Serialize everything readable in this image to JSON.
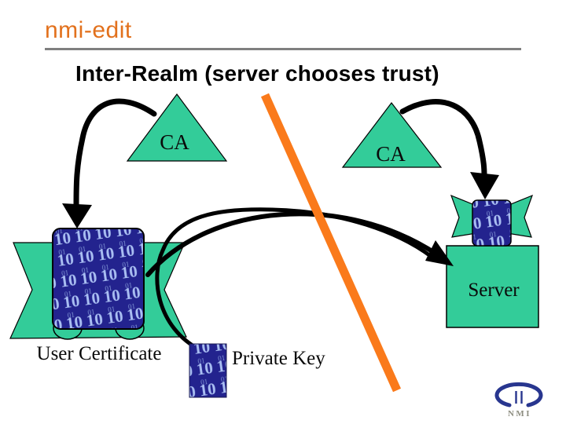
{
  "header": {
    "brand": "nmi-edit",
    "title": "Inter-Realm (server chooses trust)"
  },
  "diagram": {
    "ca_left_label": "CA",
    "ca_right_label": "CA",
    "server_label": "Server",
    "user_certificate_label": "User Certificate",
    "private_key_label": "Private Key",
    "binary_texture_digits": "10",
    "binary_texture_digits_small": "01"
  },
  "footer": {
    "nmi_logo_text": "NMI"
  },
  "colors": {
    "brand_orange": "#e2711d",
    "divider_orange": "#fa7a1b",
    "shape_green": "#33cc99",
    "arrow_black": "#000000",
    "texture_background_blue": "#23238e",
    "texture_digit_blue": "#a9bef2",
    "nmi_logo_blue": "#28368f",
    "nmi_logo_text_gray": "#8d8d80",
    "header_rule_gray": "#7f7f7f"
  }
}
